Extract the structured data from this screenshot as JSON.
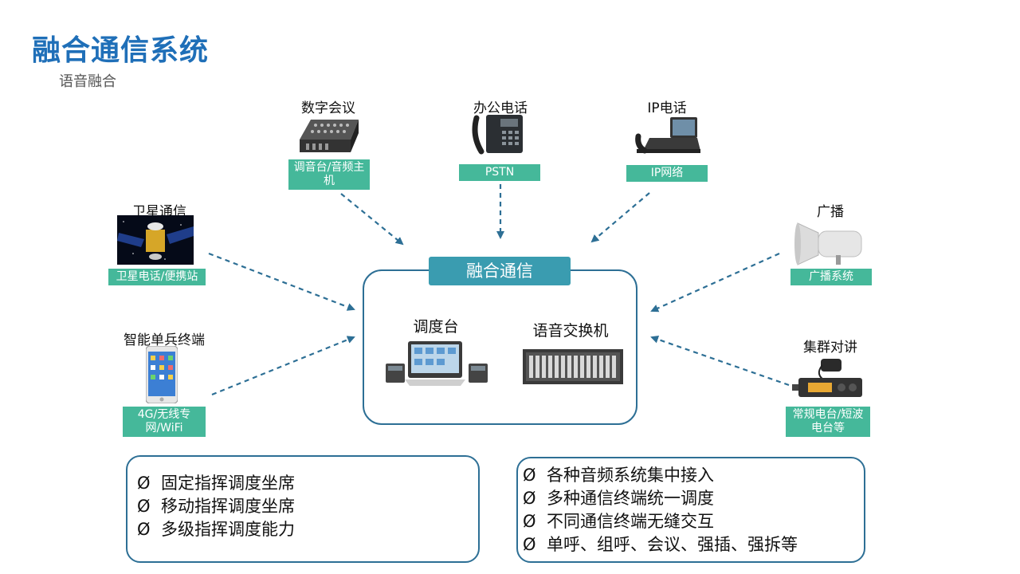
{
  "header": {
    "title": "融合通信系统",
    "subtitle": "语音融合"
  },
  "center": {
    "title": "融合通信",
    "console_label": "调度台",
    "switch_label": "语音交换机"
  },
  "nodes": {
    "conference": {
      "label": "数字会议",
      "tag": "调音台/音频主机"
    },
    "office": {
      "label": "办公电话",
      "tag": "PSTN"
    },
    "ip": {
      "label": "IP电话",
      "tag": "IP网络"
    },
    "satellite": {
      "label": "卫星通信",
      "tag": "卫星电话/便携站"
    },
    "terminal": {
      "label": "智能单兵终端",
      "tag": "4G/无线专网/WiFi"
    },
    "broadcast": {
      "label": "广播",
      "tag": "广播系统"
    },
    "trunk": {
      "label": "集群对讲",
      "tag": "常规电台/短波电台等"
    }
  },
  "features": {
    "bullet": "Ø",
    "left": [
      "固定指挥调度坐席",
      "移动指挥调度坐席",
      "多级指挥调度能力"
    ],
    "right": [
      "各种音频系统集中接入",
      "多种通信终端统一调度",
      "不同通信终端无缝交互",
      "单呼、组呼、会议、强插、强拆等"
    ]
  },
  "colors": {
    "title": "#1f6fb8",
    "tag": "#45b89a",
    "center_head": "#3a9cb0",
    "border": "#2d6f95",
    "arrow": "#2d6f95"
  }
}
